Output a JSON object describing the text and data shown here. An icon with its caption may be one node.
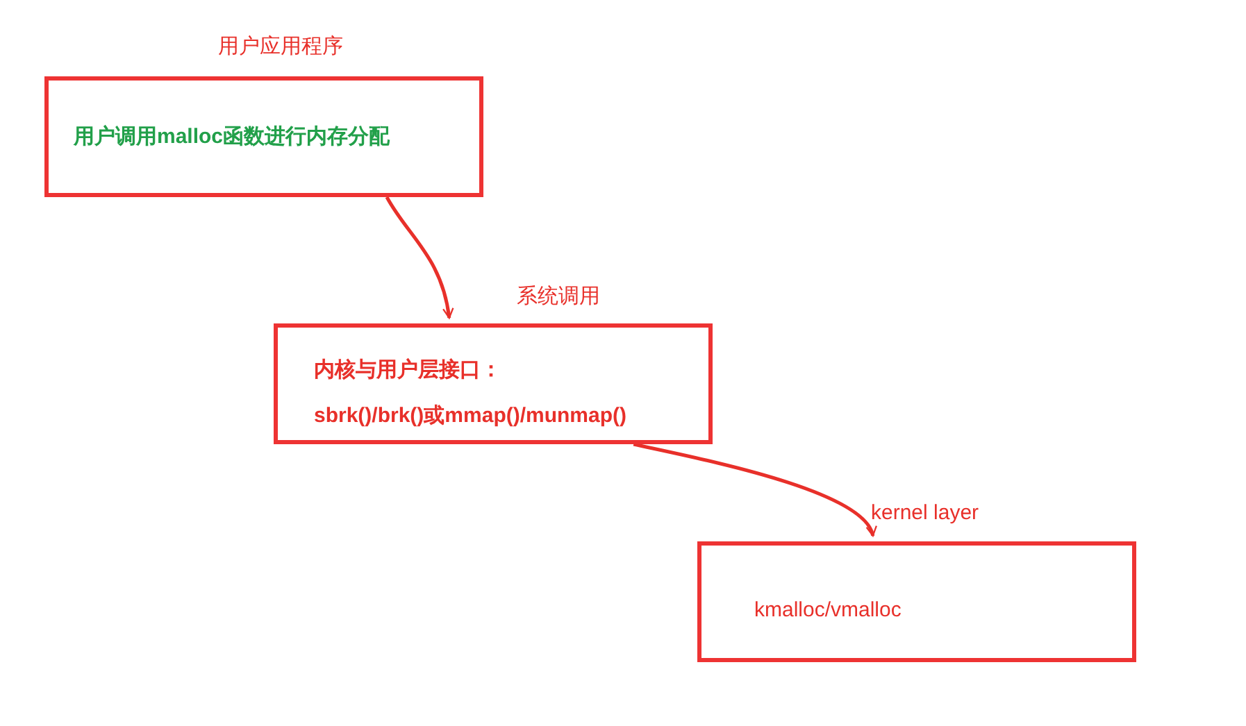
{
  "diagram": {
    "nodes": [
      {
        "text": [
          "用户应用程序",
          "用户调用malloc函数进行内存分配"
        ]
      },
      {
        "text": [
          "系统调用",
          "内核与用户层接口：",
          "sbrk()/brk()或mmap()/munmap()"
        ]
      },
      {
        "text": [
          "kernel layer",
          "kmalloc/vmalloc"
        ]
      }
    ],
    "edges": [
      {
        "from": 0,
        "to": 1,
        "arrow": "to"
      },
      {
        "from": 1,
        "to": 2,
        "arrow": "to"
      }
    ]
  }
}
